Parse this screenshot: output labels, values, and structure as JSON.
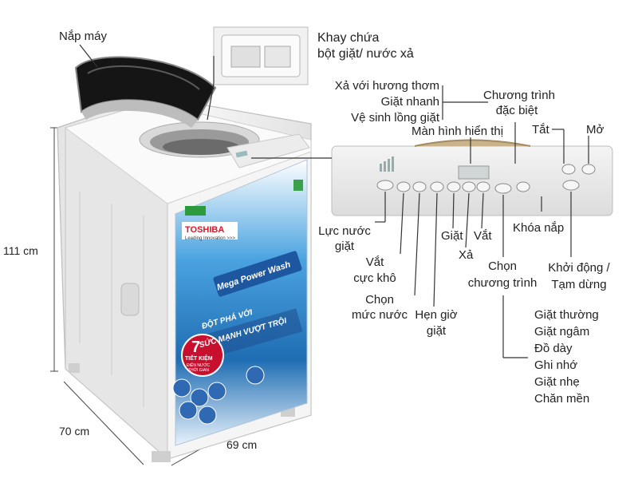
{
  "labels": {
    "lid": "Nắp máy",
    "tray_line1": "Khay chứa",
    "tray_line2": "bột giặt/ nước xả",
    "fragrance": "Xả với hương thơm",
    "quick_wash": "Giặt nhanh",
    "tub_clean": "Vệ sinh lồng giặt",
    "special_line1": "Chương trình",
    "special_line2": "đặc biệt",
    "display": "Màn hình hiển thị",
    "off": "Tắt",
    "on": "Mở",
    "water_line1": "Lực nước",
    "water_line2": "giặt",
    "spin_line1": "Vắt",
    "spin_line2": "cực khô",
    "level_line1": "Chọn",
    "level_line2": "mức nước",
    "timer_line1": "Hẹn giờ",
    "timer_line2": "giặt",
    "wash": "Giặt",
    "rinse": "Xả",
    "spin": "Vắt",
    "program_line1": "Chọn",
    "program_line2": "chương trình",
    "lid_lock": "Khóa nắp",
    "start_line1": "Khởi động /",
    "start_line2": "Tạm dừng"
  },
  "programs": [
    "Giặt thường",
    "Giặt ngâm",
    "Đồ dày",
    "Ghi nhớ",
    "Giặt nhẹ",
    "Chăn mền"
  ],
  "dimensions": {
    "height": "111 cm",
    "depth": "70 cm",
    "width": "69 cm"
  },
  "machine": {
    "brand": "TOSHIBA",
    "tagline": "Leading Innovation >>>",
    "product_name": "Mega Power Wash",
    "slogan_line1": "ĐỘT PHÁ VỚI",
    "slogan_line2": "SỨC MẠNH VƯỢT TRỘI",
    "badge_number": "7",
    "badge_line1": "TIẾT KIỆM",
    "badge_line2": "ĐIỆN NƯỚC",
    "badge_line3": "THỜI GIAN"
  },
  "colors": {
    "body": "#f2f2f2",
    "lid_glass": "#151515",
    "poster_blue": "#1e6fb8",
    "brand_red": "#d7182a",
    "badge_red": "#c8102e",
    "leader": "#333333"
  }
}
